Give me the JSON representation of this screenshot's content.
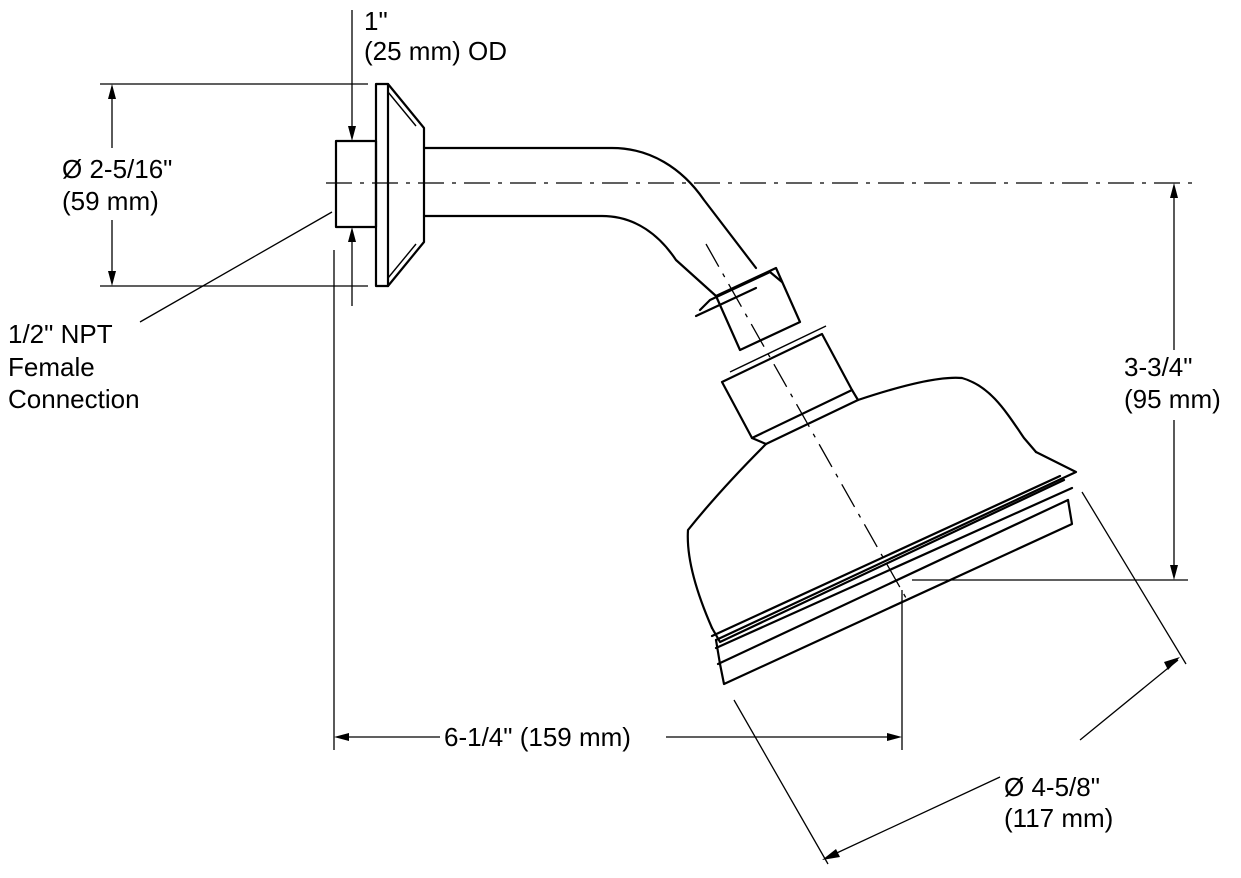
{
  "labels": {
    "od_line1": "1\"",
    "od_line2": "(25 mm) OD",
    "flange_dia_line1": "Ø 2-5/16\"",
    "flange_dia_line2": "(59 mm)",
    "npt_line1": "1/2\" NPT",
    "npt_line2": "Female",
    "npt_line3": "Connection",
    "drop_line1": "3-3/4\"",
    "drop_line2": "(95 mm)",
    "reach": "6-1/4\" (159 mm)",
    "head_dia_line1": "Ø 4-5/8\"",
    "head_dia_line2": "(117 mm)"
  },
  "colors": {
    "ink": "#000000",
    "background": "#ffffff"
  }
}
